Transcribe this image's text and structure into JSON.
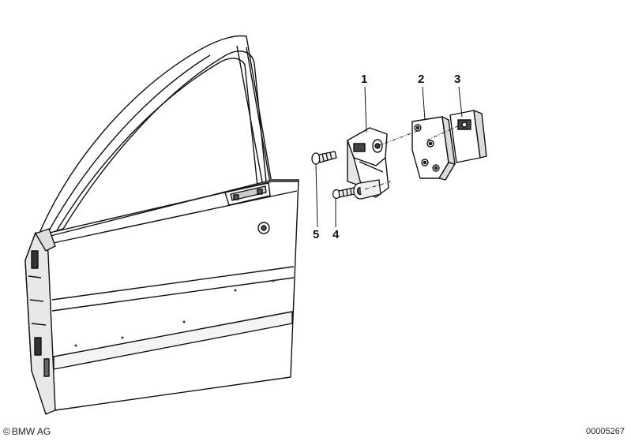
{
  "callouts": {
    "part_1": "1",
    "part_2": "2",
    "part_3": "3",
    "part_4": "4",
    "part_5": "5"
  },
  "footer": {
    "copyright_symbol": "©",
    "copyright_owner": "BMW AG",
    "diagram_number": "00005267"
  }
}
